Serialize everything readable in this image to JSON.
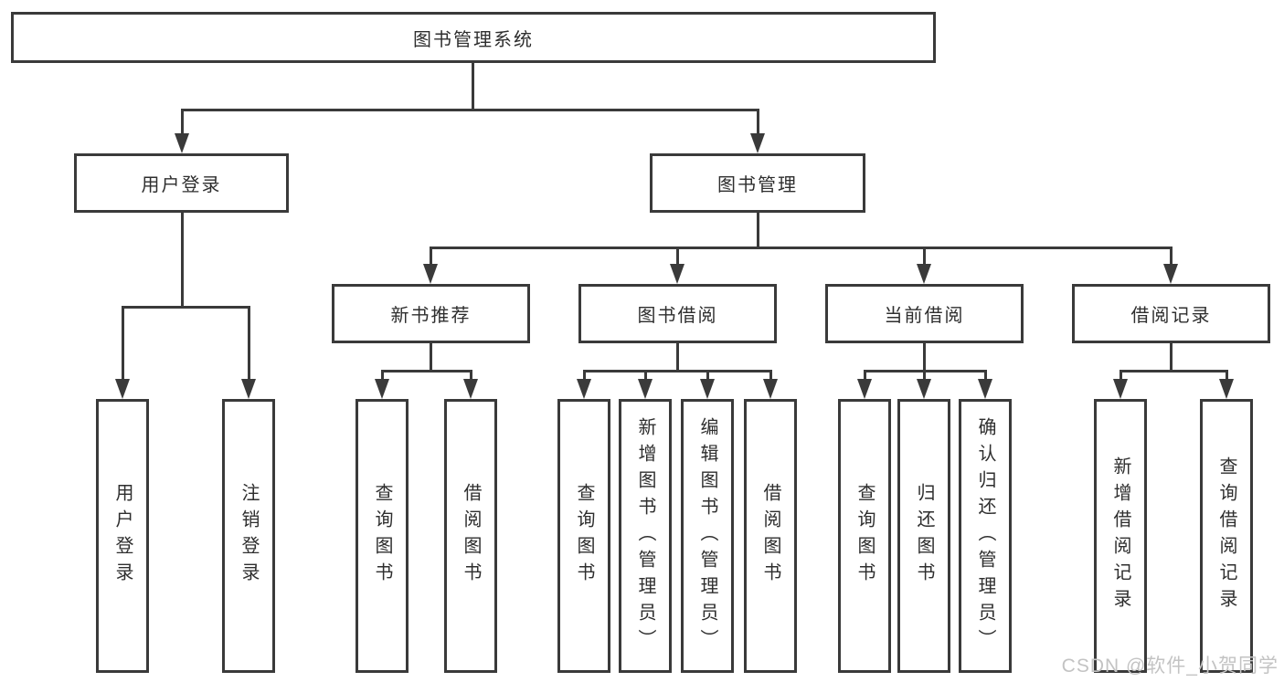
{
  "diagram": {
    "title_node": {
      "label": "图书管理系统"
    },
    "level2": [
      {
        "id": "user-login",
        "label": "用户登录"
      },
      {
        "id": "book-management",
        "label": "图书管理"
      }
    ],
    "level3": [
      {
        "id": "new-book-recommend",
        "label": "新书推荐"
      },
      {
        "id": "book-borrow",
        "label": "图书借阅"
      },
      {
        "id": "current-borrow",
        "label": "当前借阅"
      },
      {
        "id": "borrow-records",
        "label": "借阅记录"
      }
    ],
    "leaves": {
      "user_login": [
        "用户登录",
        "注销登录"
      ],
      "new_book": [
        "查询图书",
        "借阅图书"
      ],
      "book_borrow": [
        "查询图书",
        "新增图书（管理员）",
        "编辑图书（管理员）",
        "借阅图书"
      ],
      "current_borrow": [
        "查询图书",
        "归还图书",
        "确认归还（管理员）"
      ],
      "borrow_records": [
        "新增借阅记录",
        "查询借阅记录"
      ]
    }
  },
  "watermark": "CSDN @软件_小贺同学",
  "colors": {
    "line": "#3a3a3a",
    "node_border": "#3a3a3a",
    "text": "#2e2e2e",
    "background": "#ffffff",
    "watermark": "#c3c3c3"
  }
}
